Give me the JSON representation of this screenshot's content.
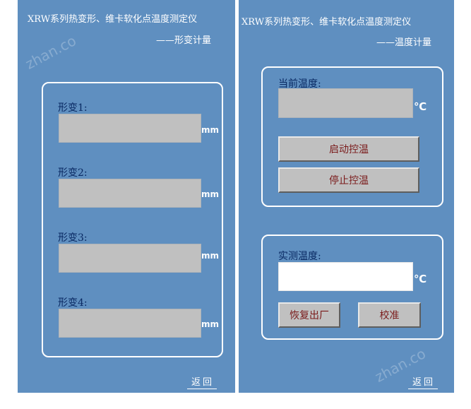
{
  "app_title": "XRW系列热变形、维卡软化点温度测定仪",
  "left_panel": {
    "subtitle": "——形变计量",
    "rows": [
      {
        "label": "形变1:",
        "unit": "mm"
      },
      {
        "label": "形变2:",
        "unit": "mm"
      },
      {
        "label": "形变3:",
        "unit": "mm"
      },
      {
        "label": "形变4:",
        "unit": "mm"
      }
    ],
    "back_label": "返回"
  },
  "right_panel": {
    "subtitle": "——温度计量",
    "current_temp_label": "当前温度:",
    "temp_unit": "℃",
    "start_button": "启动控温",
    "stop_button": "停止控温",
    "measured_temp_label": "实测温度:",
    "restore_button": "恢复出厂",
    "calibrate_button": "校准",
    "back_label": "返回"
  },
  "watermark": "zhan.co"
}
